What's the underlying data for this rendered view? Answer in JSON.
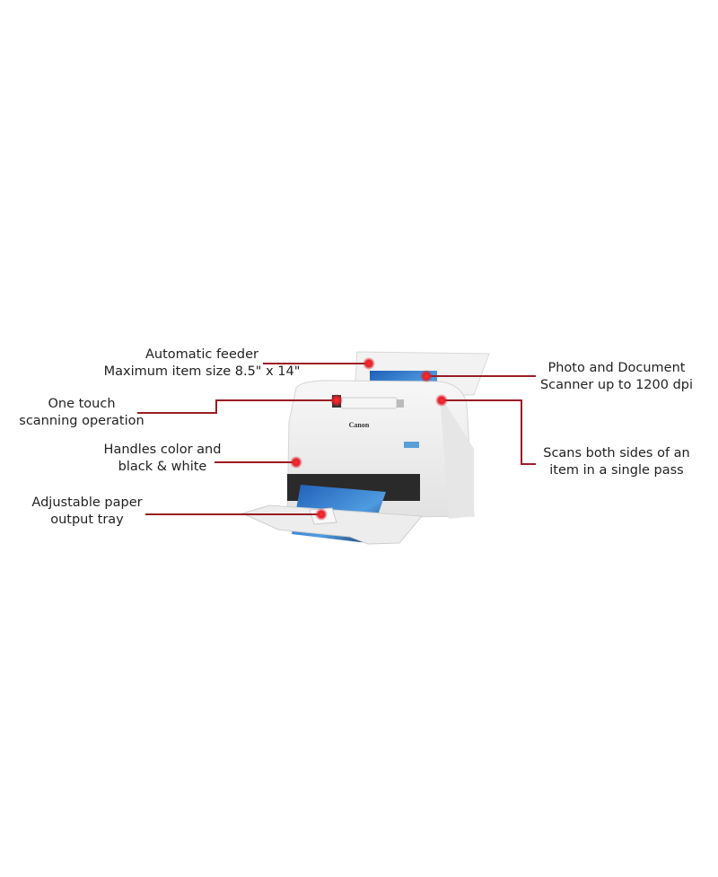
{
  "brand": "Canon",
  "colors": {
    "callout_line": "#9b1c24",
    "callout_dot": "#e0202a"
  },
  "callouts": {
    "feeder": {
      "line1": "Automatic feeder",
      "line2": "Maximum item size 8.5\" x 14\""
    },
    "one_touch": {
      "line1": "One touch",
      "line2": "scanning operation"
    },
    "color": {
      "line1": "Handles color and",
      "line2": "black & white"
    },
    "tray": {
      "line1": "Adjustable paper",
      "line2": "output tray"
    },
    "resolution": {
      "line1": "Photo and Document",
      "line2": "Scanner up to 1200 dpi"
    },
    "duplex": {
      "line1": "Scans both sides of an",
      "line2": "item in a single pass"
    }
  }
}
